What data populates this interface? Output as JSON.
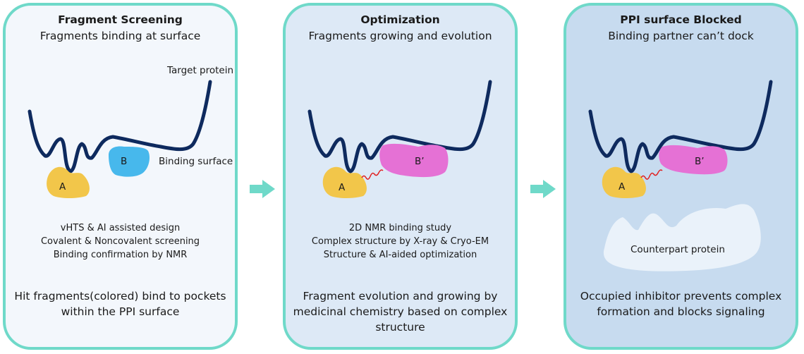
{
  "panels": [
    {
      "title": "Fragment Screening",
      "subtitle": "Fragments binding at surface",
      "labels": {
        "target_protein": "Target protein",
        "binding_surface": "Binding surface",
        "fragment_a": "A",
        "fragment_b": "B"
      },
      "methods": [
        "vHTS & AI assisted design",
        "Covalent & Noncovalent screening",
        "Binding confirmation by NMR"
      ],
      "summary": "Hit fragments(colored) bind to pockets within the PPI surface"
    },
    {
      "title": "Optimization",
      "subtitle": "Fragments growing and evolution",
      "labels": {
        "fragment_a": "A",
        "fragment_b": "B’"
      },
      "methods": [
        "2D NMR binding study",
        "Complex structure by X-ray & Cryo-EM",
        "Structure & AI-aided optimization"
      ],
      "summary": "Fragment evolution and growing by medicinal chemistry based on complex structure"
    },
    {
      "title": "PPI surface Blocked",
      "subtitle": "Binding partner can’t dock",
      "labels": {
        "fragment_a": "A",
        "fragment_b": "B’",
        "counterpart": "Counterpart protein"
      },
      "summary": "Occupied inhibitor prevents complex formation and blocks signaling"
    }
  ],
  "colors": {
    "border": "#6fd9c9",
    "arrow": "#6fd9c9",
    "protein": "#0e2a5e",
    "fragment_a": "#f2c64a",
    "fragment_b": "#47b8ec",
    "fragment_b_grown": "#e571d5",
    "linker": "#e02020",
    "counterpart": "#eaf2fa"
  }
}
